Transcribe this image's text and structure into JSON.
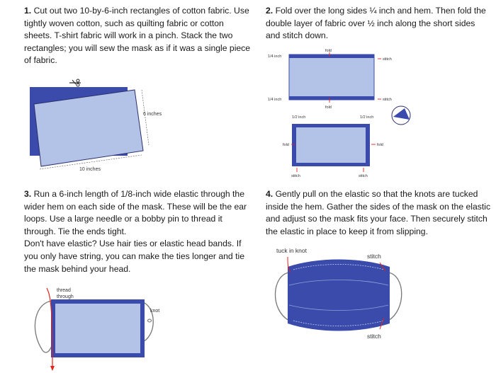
{
  "steps": [
    {
      "number": "1.",
      "text": "Cut out two 10-by-6-inch rectangles of cotton fabric. Use tightly woven cotton, such as quilting fabric or cotton sheets. T-shirt fabric will work in a pinch. Stack the two rectangles; you will sew the mask as if it was a single piece of fabric."
    },
    {
      "number": "2.",
      "text": "Fold over the long sides ¼ inch and hem. Then fold the double layer of fabric over ½ inch along the short sides and stitch down."
    },
    {
      "number": "3.",
      "text": "Run a 6-inch length of 1/8-inch wide elastic through the wider hem on each side of the mask. These will be the ear loops. Use a large needle or a bobby pin to thread it through. Tie the ends tight.",
      "extra": "Don't have elastic? Use hair ties or elastic head bands. If you only have string, you can make the ties longer and tie the mask behind your head."
    },
    {
      "number": "4.",
      "text": "Gently pull on the elastic so that the knots are tucked inside the hem. Gather the sides of the mask on the elastic and adjust so the mask fits your face. Then securely stitch the elastic in place to keep it from slipping."
    }
  ],
  "diagram1": {
    "height_label": "6 inches",
    "width_label": "10 inches"
  },
  "diagram2": {
    "quarter_inch_top": "1/4 inch",
    "quarter_inch_bottom": "1/4 inch",
    "fold_top": "fold",
    "fold_mid": "fold",
    "stitch_top": "stitch",
    "stitch_mid": "stitch",
    "half_inch_left": "1/2 inch",
    "half_inch_right": "1/2 inch",
    "fold_left": "fold",
    "fold_right": "fold",
    "stitch_bottom_left": "stitch",
    "stitch_bottom_right": "stitch"
  },
  "diagram3": {
    "thread_line1": "thread",
    "thread_line2": "through",
    "knot": "knot"
  },
  "diagram4": {
    "tuck": "tuck in knot",
    "stitch_top": "stitch",
    "stitch_bottom": "stitch"
  },
  "colors": {
    "fabric_light": "#b3c3e8",
    "fabric_dark": "#3a4bab",
    "arrow_red": "#e2231a",
    "outline": "#2b2f6b"
  }
}
